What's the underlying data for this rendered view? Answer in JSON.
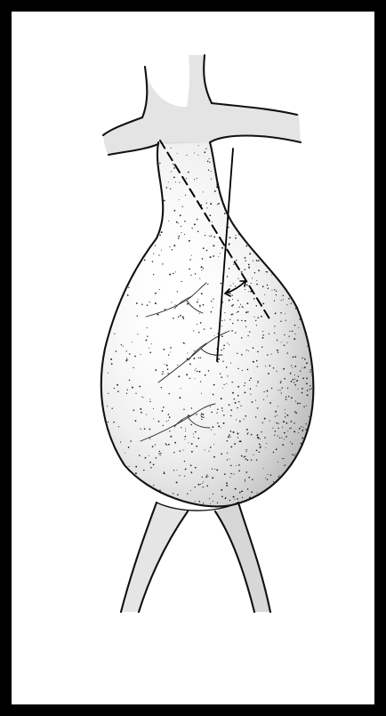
{
  "colors": {
    "frame": "#000000",
    "background": "#ffffff",
    "ink": "#111111",
    "stipple": "#1a1a1a"
  },
  "figure": {
    "subject": "aneurysm-illustration",
    "elements": [
      "aorta-neck",
      "left-arch-branch",
      "right-arch-branch",
      "aneurysm-sac",
      "dashed-aortic-axis",
      "solid-sac-axis",
      "angle-arrow",
      "left-iliac-branch",
      "right-iliac-branch",
      "vessel-crack-lines"
    ]
  }
}
